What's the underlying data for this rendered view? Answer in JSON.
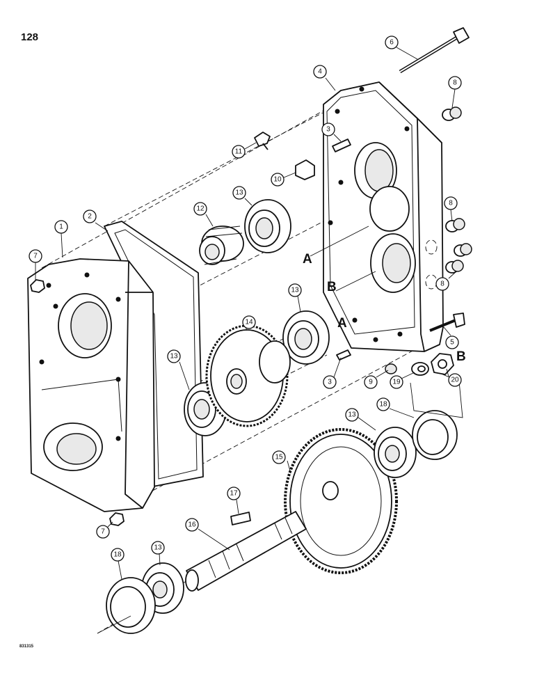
{
  "page_number": "128",
  "reference_code": "831315",
  "section_letters": [
    "A",
    "B",
    "A",
    "B"
  ],
  "callouts": [
    "1",
    "2",
    "3",
    "3",
    "4",
    "5",
    "6",
    "7",
    "7",
    "8",
    "8",
    "8",
    "9",
    "10",
    "11",
    "12",
    "13",
    "13",
    "13",
    "13",
    "13",
    "14",
    "15",
    "16",
    "17",
    "18",
    "18",
    "19",
    "20"
  ]
}
